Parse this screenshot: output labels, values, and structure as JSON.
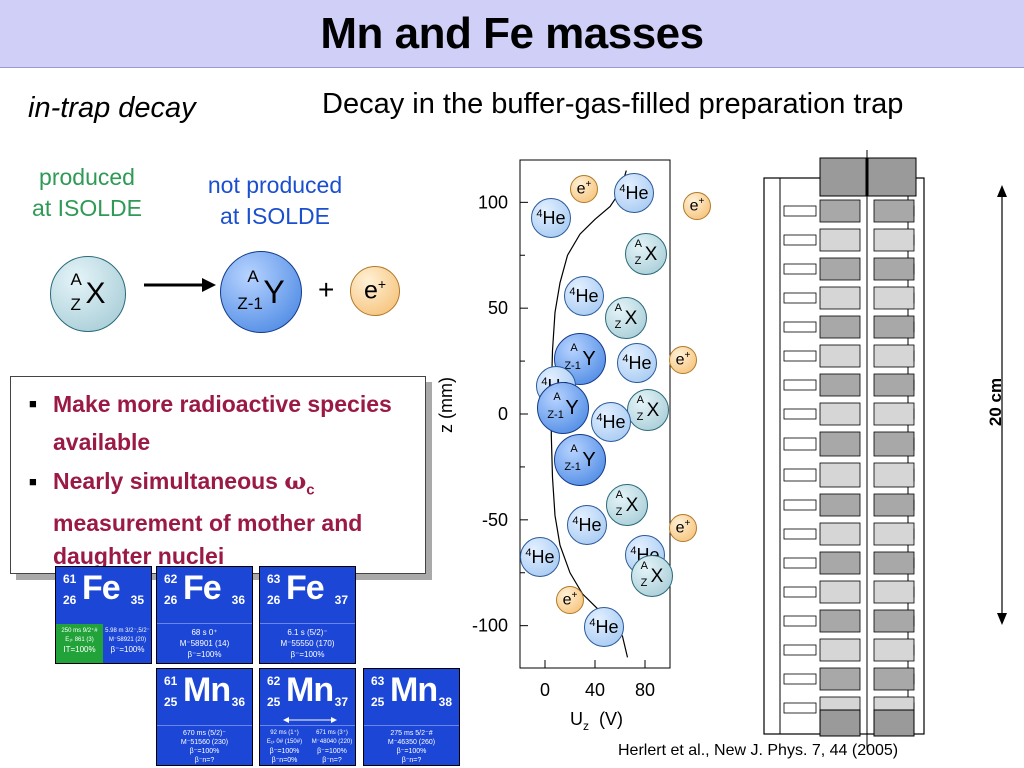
{
  "title": "Mn and Fe masses",
  "subtitle_left": "in-trap decay",
  "subtitle_right": "Decay in the buffer-gas-filled preparation trap",
  "labels": {
    "produced": "produced",
    "produced_at": "at ISOLDE",
    "not_produced": "not produced",
    "not_produced_at": "at ISOLDE"
  },
  "equation": {
    "mother": {
      "a": "A",
      "z": "Z",
      "sym": "X"
    },
    "daughter": {
      "a": "A",
      "z": "Z-1",
      "sym": "Y"
    },
    "plus": "+",
    "positron": "e",
    "positron_sup": "+"
  },
  "bullets": [
    {
      "text": "Make more radioactive species available"
    },
    {
      "text": "Nearly simultaneous ",
      "omega": "ω",
      "omega_sub": "c",
      "text_after": " measurement of mother and daughter nuclei"
    }
  ],
  "chart_data": {
    "type": "line",
    "xlabel": "U",
    "xlabel_sub": "z",
    "xlabel_unit": "(V)",
    "ylabel": "z (mm)",
    "xticks": [
      "0",
      "40",
      "80"
    ],
    "yticks": [
      "100",
      "50",
      "0",
      "-50",
      "-100"
    ],
    "ylim": [
      -120,
      120
    ],
    "xlim": [
      0,
      100
    ],
    "potential": {
      "x": [
        65,
        60,
        52,
        40,
        28,
        18,
        12,
        8,
        6,
        5,
        5,
        6,
        8,
        12,
        20,
        30,
        42,
        55,
        62,
        66
      ],
      "y": [
        115,
        105,
        98,
        92,
        85,
        75,
        62,
        48,
        30,
        10,
        -10,
        -30,
        -48,
        -62,
        -75,
        -85,
        -92,
        -98,
        -105,
        -115
      ]
    }
  },
  "ions": {
    "he_label": "He",
    "he_mass": "4",
    "x_sym": "X",
    "a": "A",
    "z": "Z",
    "y_sym": "Y",
    "z1": "Z-1",
    "e_sym": "e",
    "e_sup": "+"
  },
  "scale_label": "20 cm",
  "tiles": [
    {
      "mass": "61",
      "z": "26",
      "sym": "Fe",
      "n": "35",
      "green": [
        "250 ms 9/2⁺#",
        "E₁ₜ 861 (3)",
        "IT=100%"
      ],
      "info": [
        "5.98 m 3/2⁻,5/2⁻",
        "M⁻58921 (20)",
        "β⁻=100%"
      ]
    },
    {
      "mass": "62",
      "z": "26",
      "sym": "Fe",
      "n": "36",
      "info": [
        "68 s 0⁺",
        "M⁻58901 (14)",
        "β⁻=100%"
      ]
    },
    {
      "mass": "63",
      "z": "26",
      "sym": "Fe",
      "n": "37",
      "info": [
        "6.1 s (5/2)⁻",
        "M⁻55550 (170)",
        "β⁻=100%"
      ]
    },
    {
      "mass": "61",
      "z": "25",
      "sym": "Mn",
      "n": "36",
      "info": [
        "670 ms (5/2)⁻",
        "M⁻51560 (230)",
        "β⁻=100%",
        "β⁻n=?"
      ]
    },
    {
      "mass": "62",
      "z": "25",
      "sym": "Mn",
      "n": "37",
      "info_l": [
        "92 ms (1⁺)",
        "E₁ₜ 0# (150#)",
        "β⁻=100%",
        "β⁻n=0%"
      ],
      "info_r": [
        "671 ms (3⁺)",
        "M⁻48040 (220)",
        "β⁻=100%",
        "β⁻n=?"
      ]
    },
    {
      "mass": "63",
      "z": "25",
      "sym": "Mn",
      "n": "38",
      "info": [
        "275 ms 5/2⁻#",
        "M⁻46350 (260)",
        "β⁻=100%",
        "β⁻n=?"
      ]
    }
  ],
  "citation": "Herlert et al., New J. Phys. 7, 44 (2005)"
}
